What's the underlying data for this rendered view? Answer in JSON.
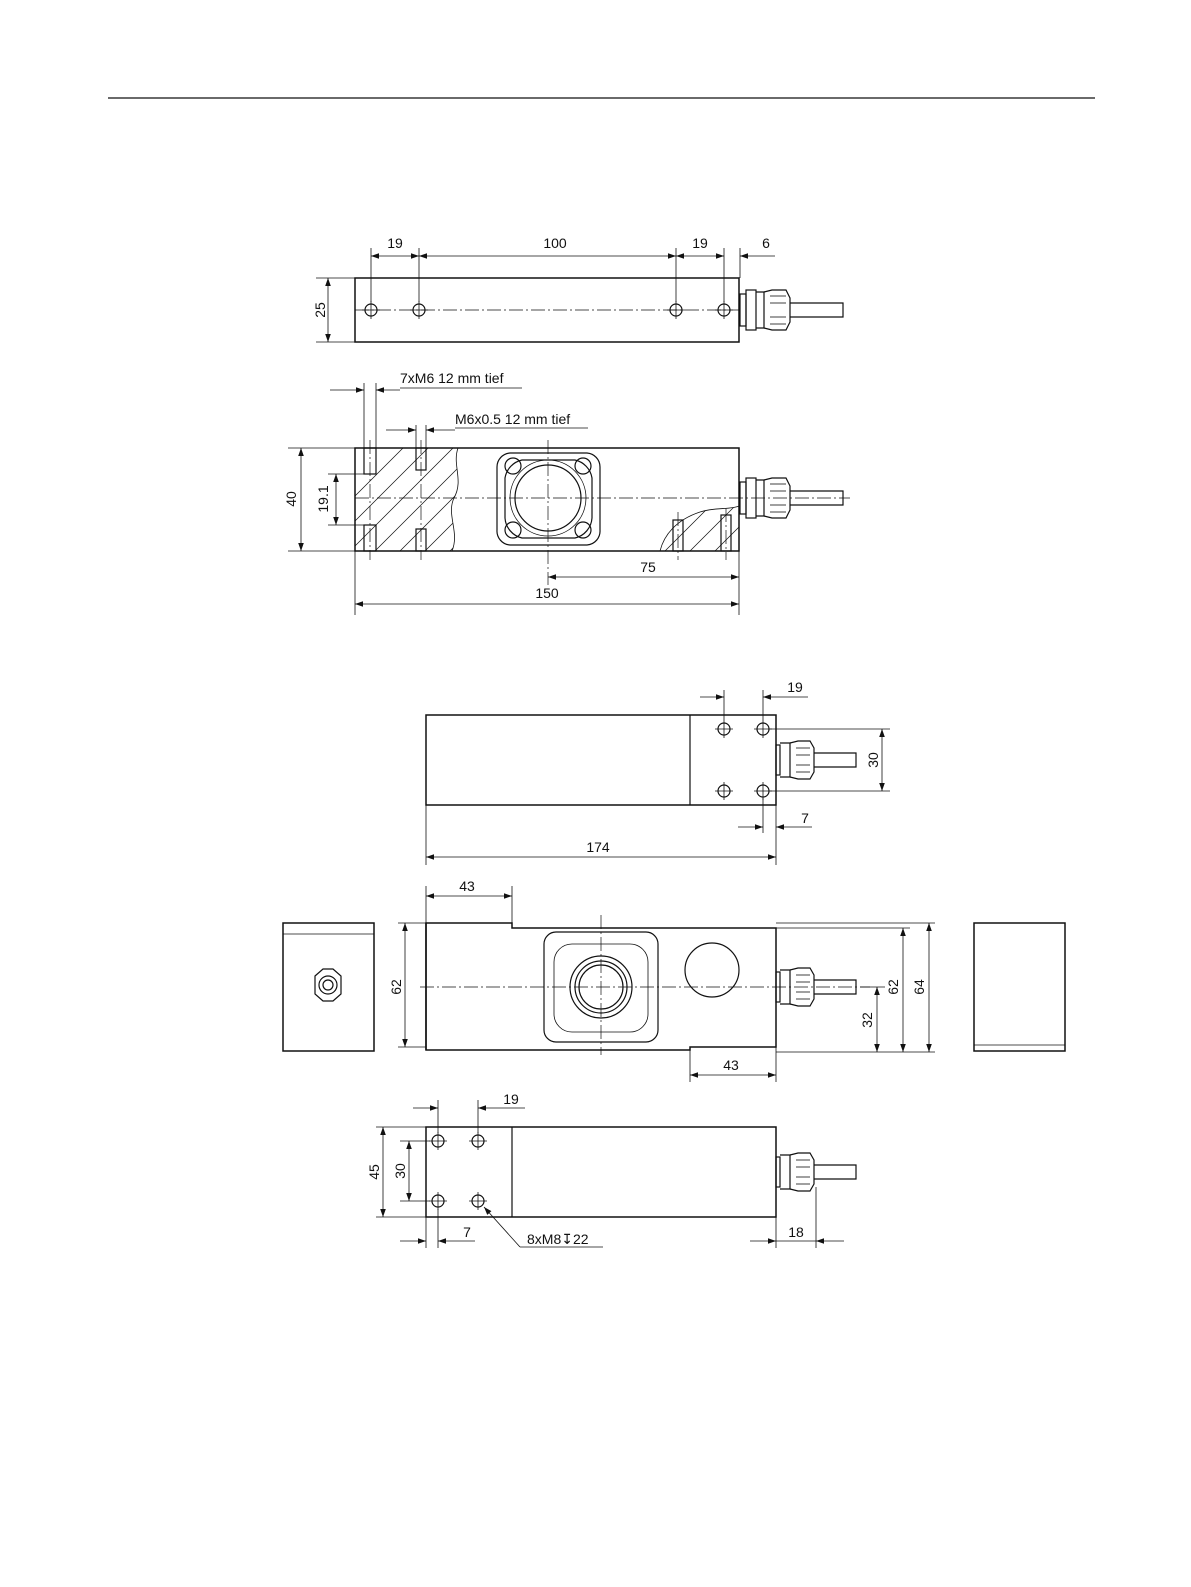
{
  "dimensions": {
    "top_19a": "19",
    "top_100": "100",
    "top_19b": "19",
    "top_6": "6",
    "top_25": "25",
    "front_40": "40",
    "front_19_1": "19.1",
    "front_75": "75",
    "front_150": "150",
    "v3_19": "19",
    "v3_30": "30",
    "v3_7": "7",
    "v3_174": "174",
    "v4_43a": "43",
    "v4_62a": "62",
    "v4_62b": "62",
    "v4_64": "64",
    "v4_32": "32",
    "v4_43b": "43",
    "v5_19": "19",
    "v5_45": "45",
    "v5_30": "30",
    "v5_7": "7",
    "v5_18": "18"
  },
  "notes": {
    "thread_7xm6": "7xM6 12 mm tief",
    "thread_m6x05": "M6x0.5 12 mm tief",
    "thread_8xm8": "8xM8↧22"
  }
}
